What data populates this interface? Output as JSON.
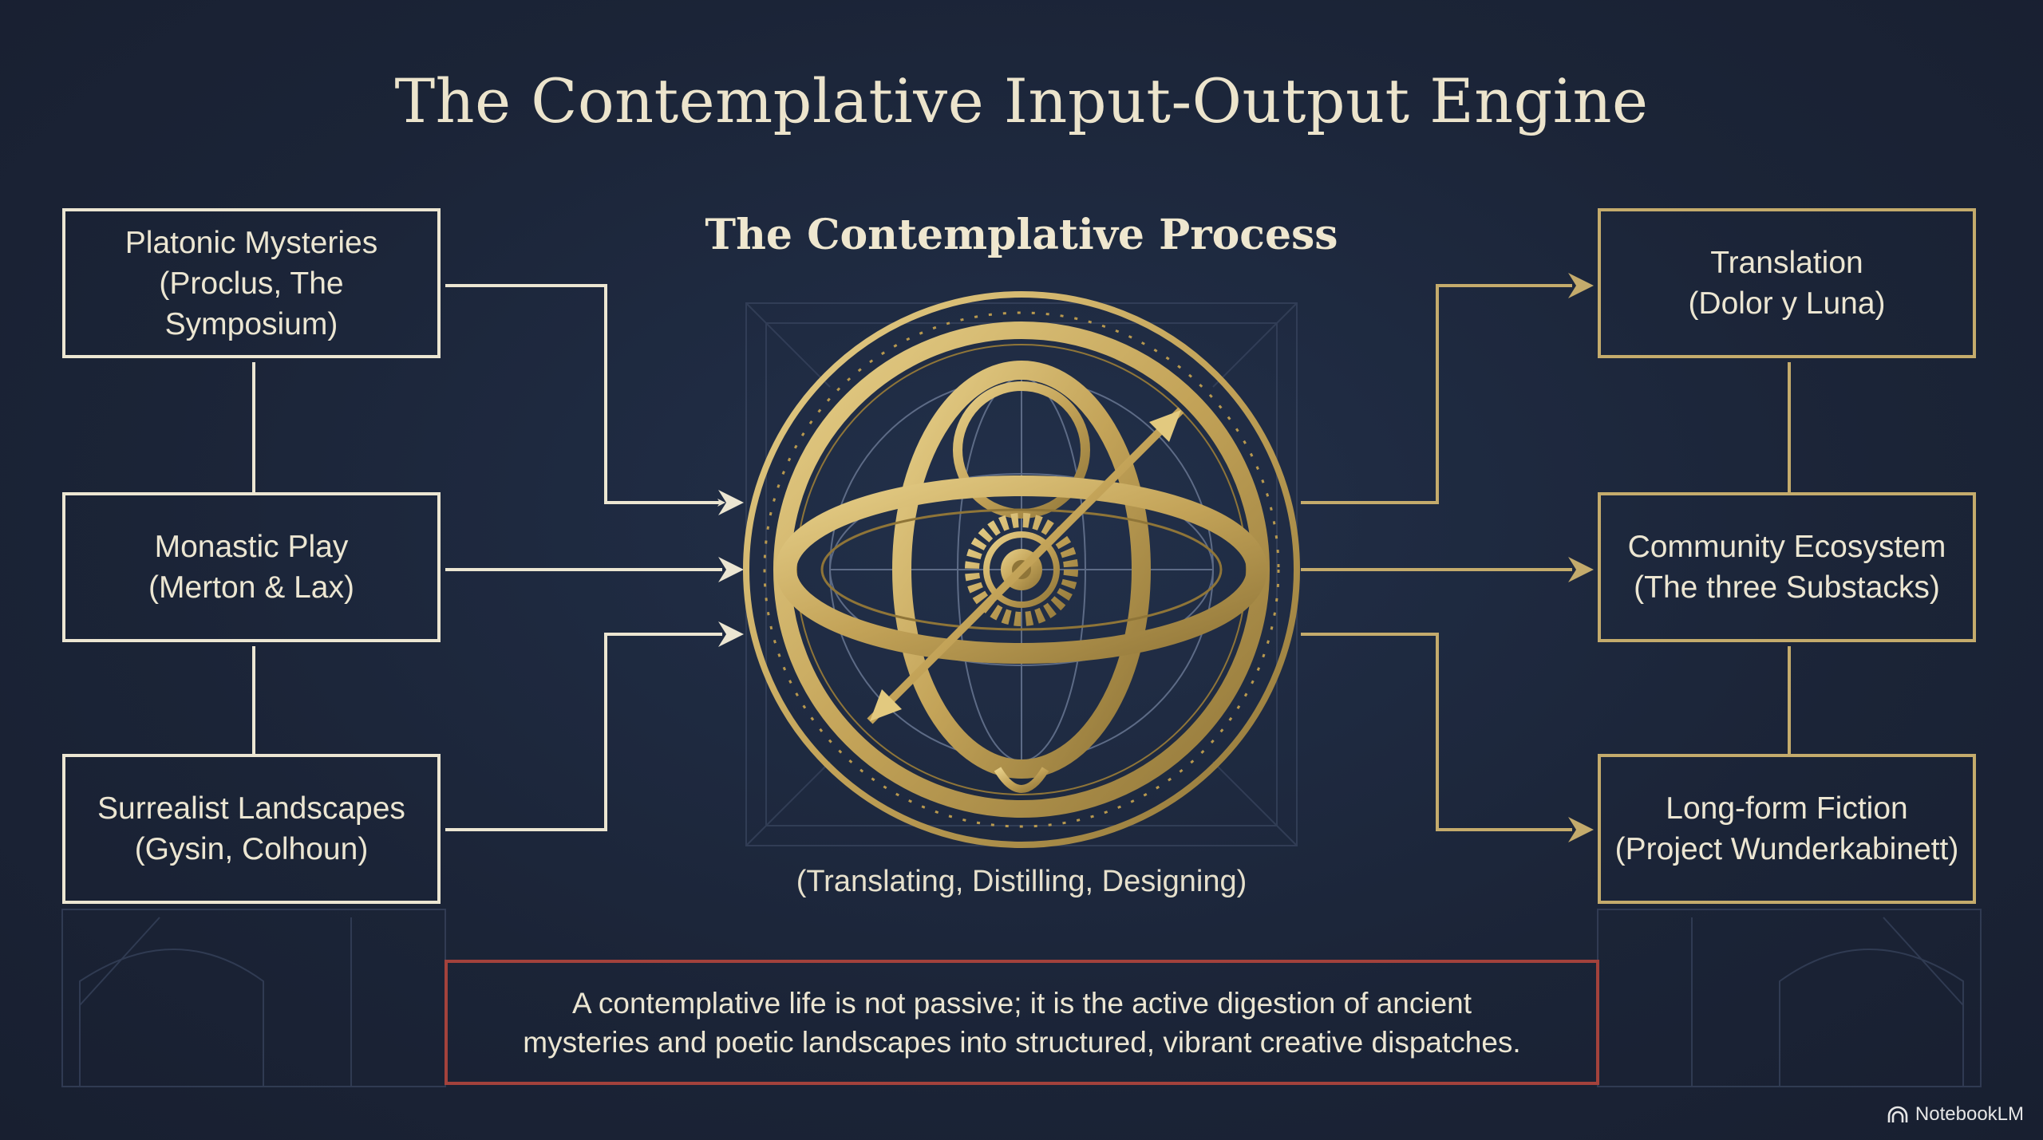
{
  "title": "The Contemplative Input-Output Engine",
  "process": {
    "title": "The Contemplative Process",
    "caption": "(Translating, Distilling, Designing)"
  },
  "inputs": [
    {
      "line1": "Platonic Mysteries",
      "line2": "(Proclus, The",
      "line3": "Symposium)"
    },
    {
      "line1": "Monastic Play",
      "line2": "(Merton & Lax)"
    },
    {
      "line1": "Surrealist Landscapes",
      "line2": "(Gysin, Colhoun)"
    }
  ],
  "outputs": [
    {
      "line1": "Translation",
      "line2": "(Dolor y Luna)"
    },
    {
      "line1": "Community Ecosystem",
      "line2": "(The three Substacks)"
    },
    {
      "line1": "Long-form Fiction",
      "line2": "(Project Wunderkabinett)"
    }
  ],
  "quote": {
    "line1": "A contemplative life is not passive; it is the active digestion of ancient",
    "line2": "mysteries and poetic landscapes into structured, vibrant creative dispatches."
  },
  "brand": {
    "label": "NotebookLM",
    "icon": "notebooklm-logo-icon"
  },
  "colors": {
    "background": "#1b2437",
    "input_line": "#ece6d2",
    "output_line": "#c4ab6c",
    "gold": "#c9ad62",
    "quote_border": "#a3423c"
  }
}
